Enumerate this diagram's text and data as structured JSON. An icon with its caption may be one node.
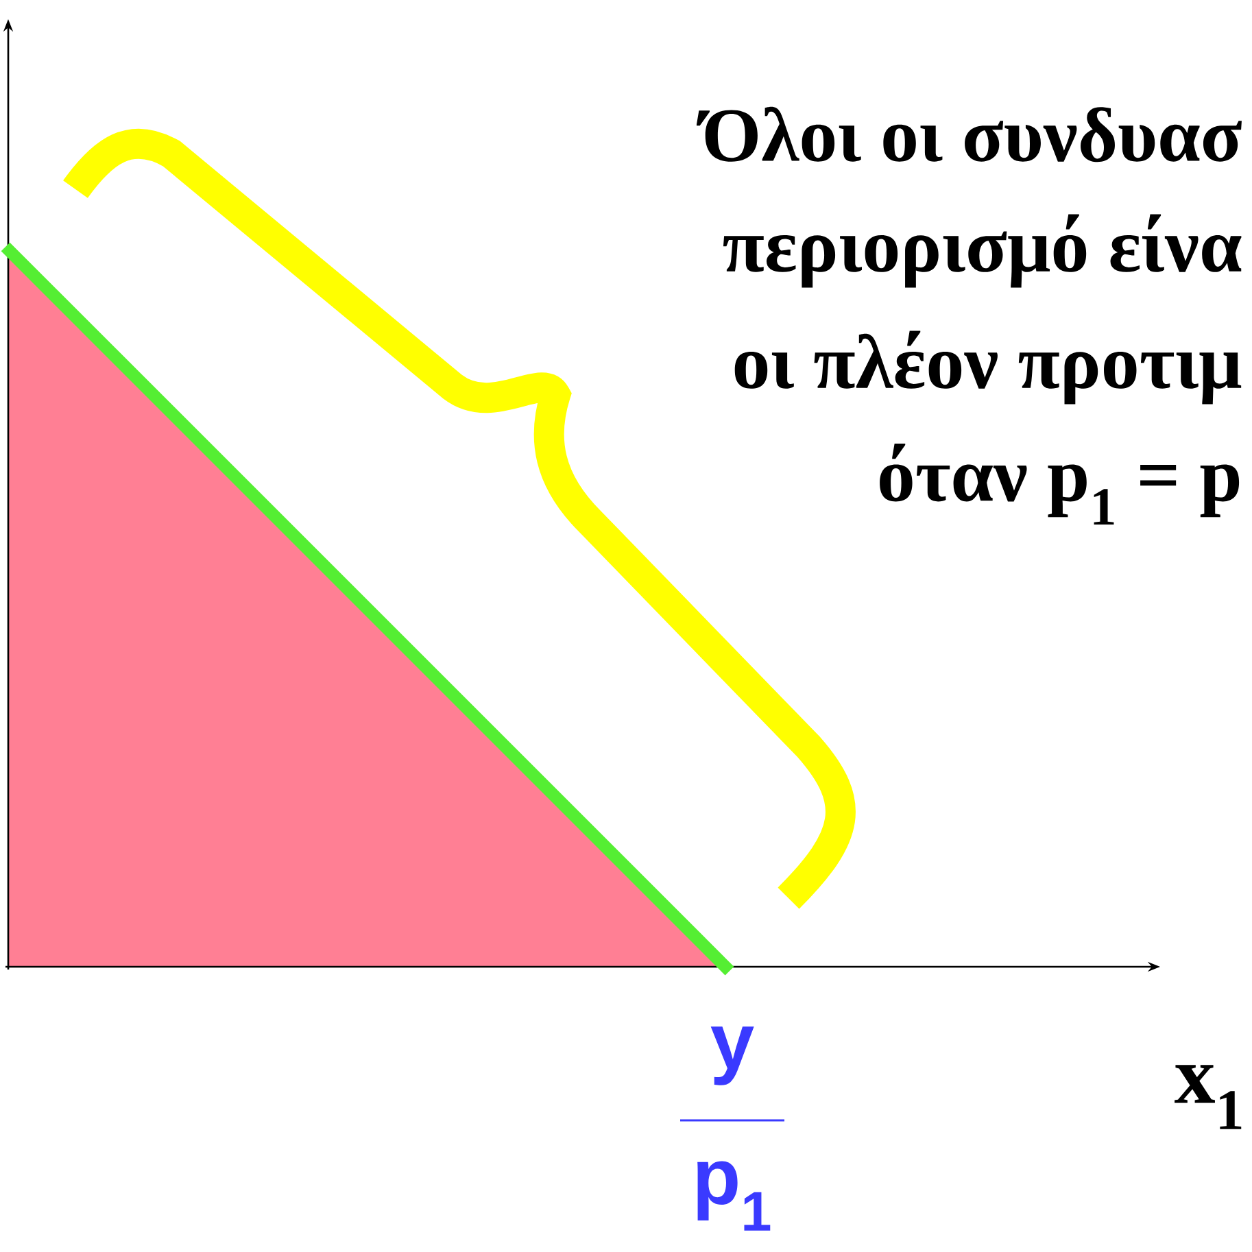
{
  "diagram": {
    "labels": [
      "Όλοι οι συνδυασ",
      "περιορισμό είνα",
      "οι πλέον προτιμ",
      "όταν p$_{1}$ = p",
      "y",
      "p$_{1}$",
      "x$_{1}$"
    ]
  }
}
